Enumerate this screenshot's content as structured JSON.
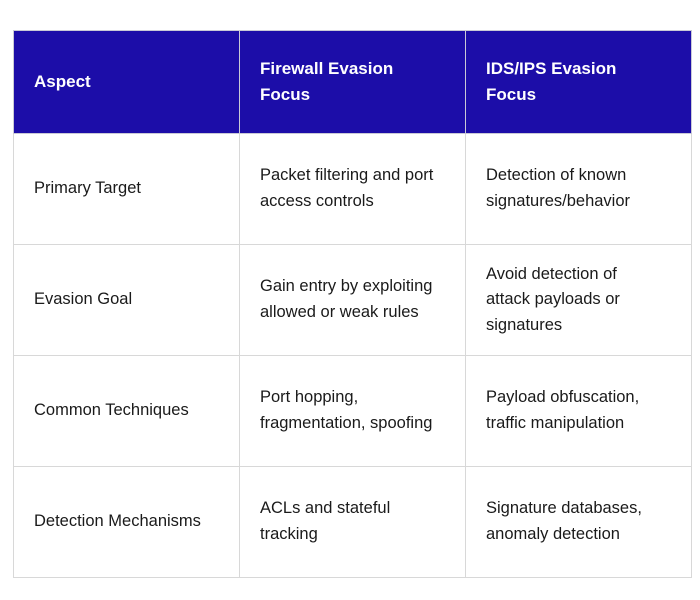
{
  "colors": {
    "header_background": "#1c0da8",
    "header_text": "#ffffff",
    "body_text": "#1a1a1a",
    "border": "#d8d8d8",
    "page_background": "#ffffff"
  },
  "table": {
    "headers": {
      "aspect": "Aspect",
      "firewall": "Firewall Evasion Focus",
      "ids": "IDS/IPS Evasion Focus"
    },
    "rows": [
      {
        "aspect": "Primary Target",
        "firewall": "Packet filtering and port access controls",
        "ids": "Detection of known signatures/behavior"
      },
      {
        "aspect": "Evasion Goal",
        "firewall": "Gain entry by exploiting allowed or weak rules",
        "ids": "Avoid detection of attack payloads or signatures"
      },
      {
        "aspect": "Common Techniques",
        "firewall": "Port hopping, fragmentation, spoofing",
        "ids": "Payload obfuscation, traffic manipulation"
      },
      {
        "aspect": "Detection Mechanisms",
        "firewall": "ACLs and stateful tracking",
        "ids": "Signature databases, anomaly detection"
      }
    ]
  }
}
